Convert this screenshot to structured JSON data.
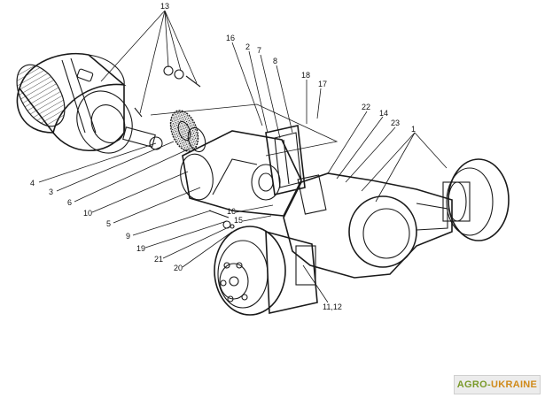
{
  "callouts": [
    {
      "id": "c13",
      "text": "13"
    },
    {
      "id": "c16a",
      "text": "16"
    },
    {
      "id": "c2",
      "text": "2"
    },
    {
      "id": "c7",
      "text": "7"
    },
    {
      "id": "c8",
      "text": "8"
    },
    {
      "id": "c18",
      "text": "18"
    },
    {
      "id": "c17",
      "text": "17"
    },
    {
      "id": "c22",
      "text": "22"
    },
    {
      "id": "c14",
      "text": "14"
    },
    {
      "id": "c23",
      "text": "23"
    },
    {
      "id": "c1",
      "text": "1"
    },
    {
      "id": "c4",
      "text": "4"
    },
    {
      "id": "c3",
      "text": "3"
    },
    {
      "id": "c6",
      "text": "6"
    },
    {
      "id": "c10",
      "text": "10"
    },
    {
      "id": "c5",
      "text": "5"
    },
    {
      "id": "c9",
      "text": "9"
    },
    {
      "id": "c19",
      "text": "19"
    },
    {
      "id": "c21",
      "text": "21"
    },
    {
      "id": "c20",
      "text": "20"
    },
    {
      "id": "c16b",
      "text": "16"
    },
    {
      "id": "c15",
      "text": "15"
    },
    {
      "id": "c1112",
      "text": "11,12"
    }
  ],
  "watermark": {
    "part1": "AGRO-",
    "part2": "UKRAINE"
  }
}
